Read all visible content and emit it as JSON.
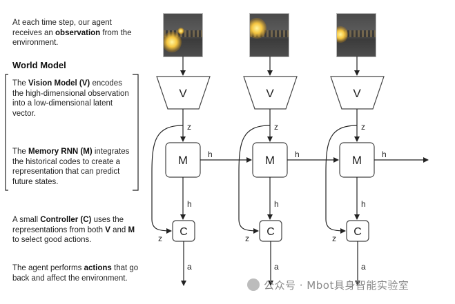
{
  "intro": {
    "pre": "At each time step, our agent receives an ",
    "bold": "observation",
    "post": " from the environment."
  },
  "world_model": {
    "heading": "World Model"
  },
  "vision": {
    "pre": "The ",
    "bold": "Vision Model (V)",
    "post": " encodes the high-dimensional observation into a low-dimensional latent vector."
  },
  "memory": {
    "pre": "The ",
    "bold": "Memory RNN (M)",
    "post": " integrates the historical codes to create a representation that can predict future states."
  },
  "controller": {
    "pre": "A small ",
    "bold": "Controller (C)",
    "post1": " uses the representations from both ",
    "bold2": "V",
    "mid": " and ",
    "bold3": "M",
    "post2": " to select good actions."
  },
  "action": {
    "pre": "The agent performs ",
    "bold": "actions",
    "post": " that go back and affect the environment."
  },
  "nodes": {
    "v": "V",
    "m": "M",
    "c": "C"
  },
  "edges": {
    "z": "z",
    "h": "h",
    "a": "a"
  },
  "watermark": "公众号 · Mbot具身智能实验室",
  "colors": {
    "line": "#222222",
    "box_border": "#444444",
    "box_fill": "#ffffff"
  }
}
